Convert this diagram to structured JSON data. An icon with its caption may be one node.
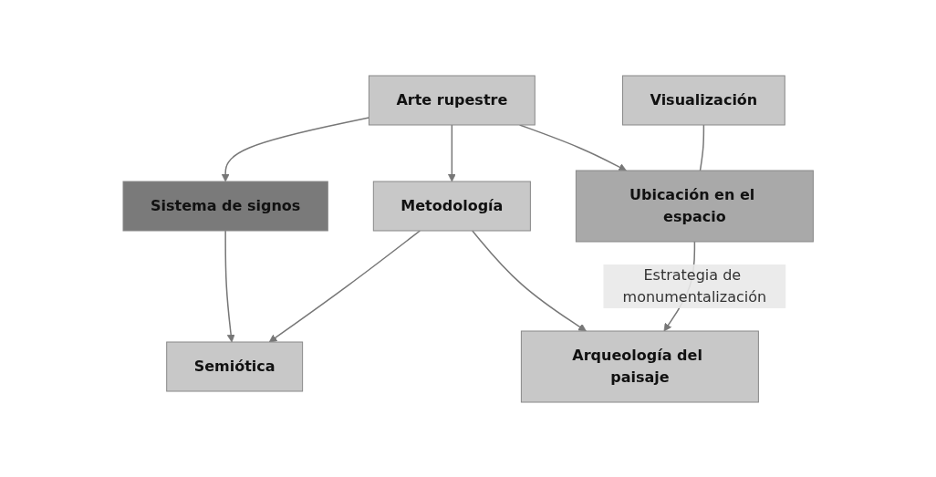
{
  "diagram": {
    "nodes": [
      {
        "text": [
          "Arte rupestre"
        ]
      },
      {
        "text": [
          "Sistema de signos"
        ]
      },
      {
        "text": [
          "Visualización"
        ]
      },
      {
        "text": [
          "Ubicación en el espacio"
        ]
      },
      {
        "text": [
          "Metodología"
        ]
      },
      {
        "text": [
          "Semiótica"
        ]
      },
      {
        "text": [
          "Arqueología del paisaje"
        ]
      }
    ],
    "edges": [
      {
        "from": 0,
        "to": 1,
        "arrow": "to"
      },
      {
        "from": 0,
        "to": 4,
        "arrow": "to"
      },
      {
        "from": 0,
        "to": 3,
        "arrow": "to"
      },
      {
        "from": 2,
        "to": 3,
        "arrow": "none"
      },
      {
        "from": 1,
        "to": 5,
        "arrow": "to"
      },
      {
        "from": 4,
        "to": 5,
        "arrow": "to"
      },
      {
        "from": 4,
        "to": 6,
        "arrow": "to"
      },
      {
        "from": 3,
        "to": 6,
        "arrow": "to",
        "label": "Estrategia de monumentalización"
      }
    ]
  }
}
